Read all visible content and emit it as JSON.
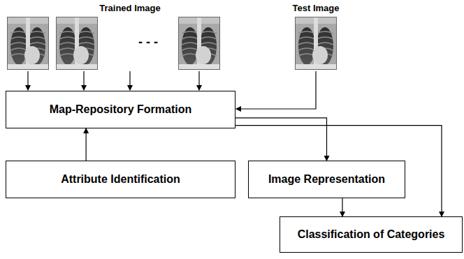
{
  "diagram": {
    "nodes": [
      {
        "text": [
          "Map-Repository Formation"
        ]
      },
      {
        "text": [
          "Attribute Identification"
        ]
      },
      {
        "text": [
          "Image Representation"
        ]
      },
      {
        "text": [
          "Classification of Categories"
        ]
      }
    ],
    "edges": [
      {
        "from": 1,
        "to": 0,
        "arrow": "to"
      },
      {
        "from": 0,
        "to": 2,
        "arrow": "to"
      },
      {
        "from": 0,
        "to": 3,
        "arrow": "to"
      },
      {
        "from": 2,
        "to": 3,
        "arrow": "to"
      }
    ],
    "labels": [
      "Trained Image",
      "Test Image",
      "- - -"
    ]
  }
}
